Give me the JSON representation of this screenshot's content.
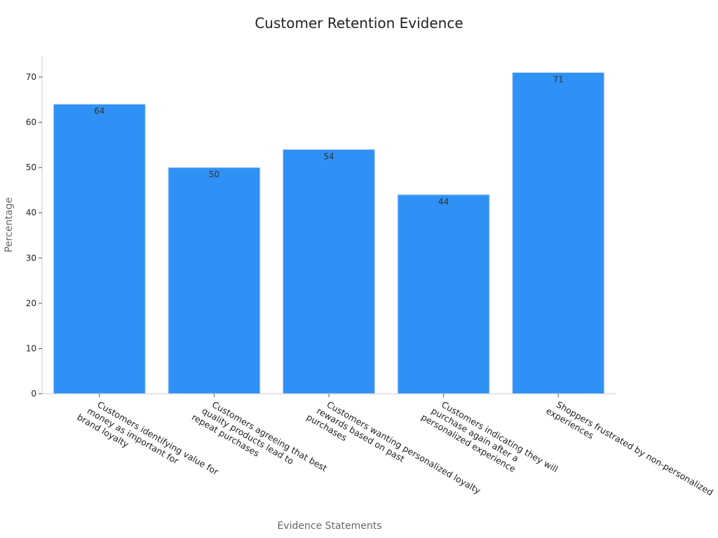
{
  "chart_data": {
    "type": "bar",
    "title": "Customer Retention Evidence",
    "xlabel": "Evidence Statements",
    "ylabel": "Percentage",
    "categories": [
      "Customers identifying value for money as important for brand loyalty",
      "Customers agreeing that best quality products lead to repeat purchases",
      "Customers wanting personalized loyalty rewards based on past purchases",
      "Customers indicating they will purchase again after a personalized experience",
      "Shoppers frustrated by non-personalized experiences"
    ],
    "category_lines": [
      [
        "Customers identifying value for",
        "money as important for",
        "brand loyalty"
      ],
      [
        "Customers agreeing that best",
        "quality products lead to",
        "repeat purchases"
      ],
      [
        "Customers wanting personalized loyalty",
        "rewards based on past",
        "purchases"
      ],
      [
        "Customers indicating they will",
        "purchase again after a",
        "personalized experience"
      ],
      [
        "Shoppers frustrated by non-personalized",
        "experiences"
      ]
    ],
    "values": [
      64,
      50,
      54,
      44,
      71
    ],
    "data_labels": [
      "64",
      "50",
      "54",
      "44",
      "71"
    ],
    "ylim": [
      0,
      75
    ],
    "yticks": [
      0,
      10,
      20,
      30,
      40,
      50,
      60,
      70
    ],
    "grid": false,
    "legend": "none",
    "bar_color": "#2f91f5",
    "bar_edge_color": "#bcd9f7",
    "axis_color": "#cccccc"
  }
}
